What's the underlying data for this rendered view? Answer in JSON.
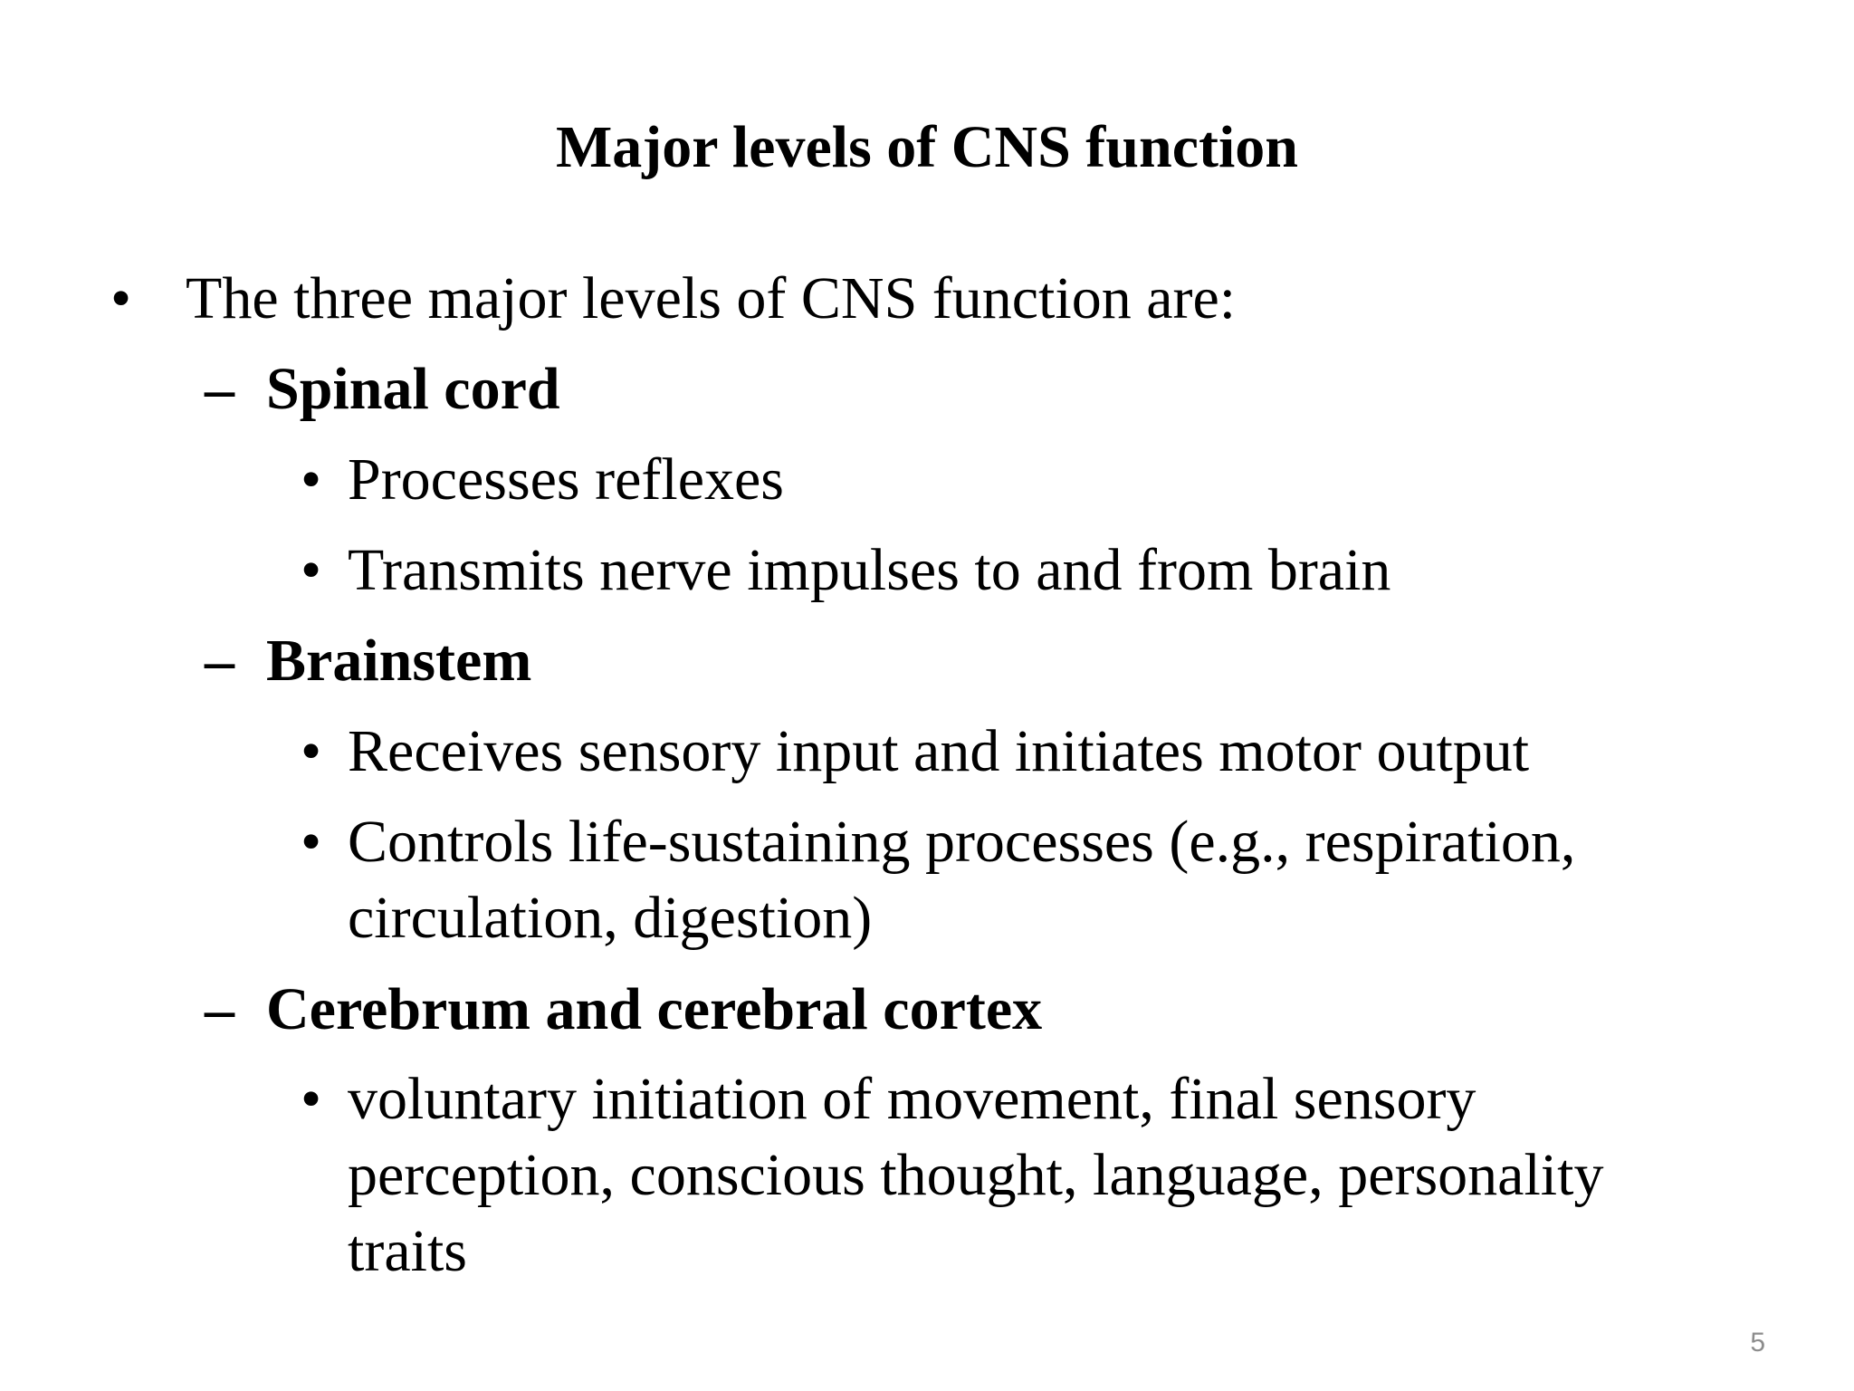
{
  "slide": {
    "title": "Major levels of CNS function",
    "page_number": "5",
    "intro": {
      "bullet": "•",
      "text": "The three major levels of CNS function are:"
    },
    "levels": [
      {
        "dash": "–",
        "name": "Spinal cord",
        "points": [
          {
            "bullet": "•",
            "lines": [
              "Processes reflexes"
            ]
          },
          {
            "bullet": "•",
            "lines": [
              "Transmits nerve impulses to and from brain"
            ]
          }
        ]
      },
      {
        "dash": "–",
        "name": "Brainstem",
        "points": [
          {
            "bullet": "•",
            "lines": [
              "Receives sensory input and initiates motor output"
            ]
          },
          {
            "bullet": "•",
            "lines": [
              "Controls life-sustaining processes (e.g., respiration,",
              "circulation, digestion)"
            ]
          }
        ]
      },
      {
        "dash": "–",
        "name": "Cerebrum and cerebral cortex",
        "points": [
          {
            "bullet": "•",
            "lines": [
              "voluntary initiation of movement, final sensory",
              "perception, conscious thought, language, personality",
              "traits"
            ]
          }
        ]
      }
    ]
  }
}
